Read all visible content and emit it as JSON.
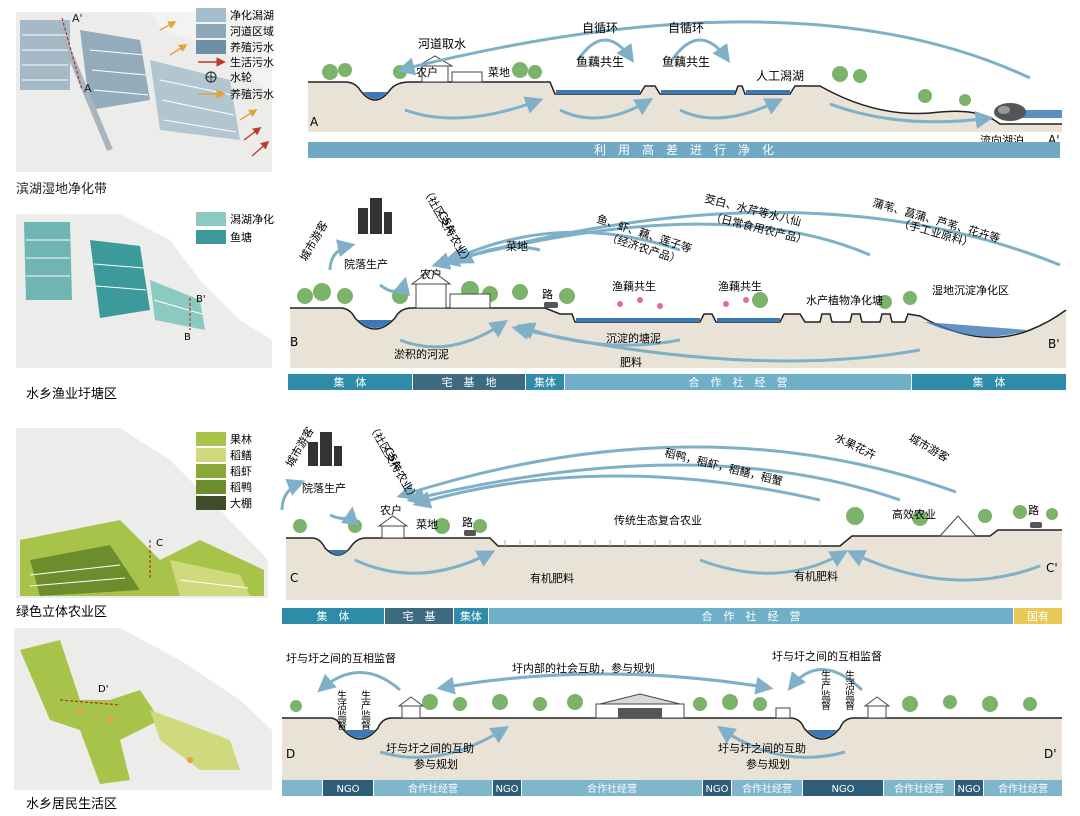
{
  "panels": [
    {
      "map_title": "滨湖湿地净化带",
      "legend": [
        "净化潟湖",
        "河道区域",
        "养殖污水",
        "生活污水",
        "水轮",
        "养殖污水"
      ],
      "start_label": "A",
      "end_label": "A'",
      "section_title": "利　用　高　差　进　行　净　化",
      "labels": {
        "river_intake": "河道取水",
        "farmhouse": "农户",
        "vegetable": "菜地",
        "cycle1": "自循环",
        "cycle2": "自循环",
        "lotus1": "鱼藕共生",
        "lotus2": "鱼藕共生",
        "lagoon": "人工潟湖",
        "to_lake": "流向湖泊"
      }
    },
    {
      "map_title": "水乡渔业圩塘区",
      "legend": [
        "潟湖净化",
        "鱼塘"
      ],
      "start_label": "B",
      "end_label": "B'",
      "zones": [
        "集　体",
        "宅　基　地",
        "集体",
        "合　作　社　经　营",
        "集　体"
      ],
      "labels": {
        "tourist": "城市游客",
        "csa": "（社区支持农业）",
        "csa_short": "CSA",
        "courtyard": "院落生产",
        "farmhouse": "农户",
        "vegetable": "菜地",
        "road": "路",
        "fish_products": "鱼、虾、藕、莲子等",
        "fish_note": "（经济农产品）",
        "veg_products": "茭白、水芹等水八仙",
        "veg_note": "（日常食用农产品）",
        "craft_products": "蒲苇、菖蒲、芦苇、花卉等",
        "craft_note": "（手工业原料）",
        "lotus1": "渔藕共生",
        "lotus2": "渔藕共生",
        "plant_pond": "水产植物净化塘",
        "wetland": "湿地沉淀净化区",
        "silt_river": "淤积的河泥",
        "silt_pond": "沉淀的塘泥",
        "fertilizer": "肥料"
      }
    },
    {
      "map_title": "绿色立体农业区",
      "legend": [
        "果林",
        "稻鳝",
        "稻虾",
        "稻鸭",
        "大棚"
      ],
      "start_label": "C",
      "end_label": "C'",
      "zones": [
        "集　体",
        "宅　基",
        "集体",
        "合　作　社　经　营",
        "国有"
      ],
      "labels": {
        "tourist": "城市游客",
        "csa": "（社区支持农业）",
        "csa_short": "CSA",
        "courtyard": "院落生产",
        "farmhouse": "农户",
        "vegetable": "菜地",
        "road1": "路",
        "road2": "路",
        "rice_products": "稻鸭，稻虾，稻鳝，稻蟹",
        "fruit": "水果花卉",
        "tourist2": "城市游客",
        "traditional": "传统生态复合农业",
        "efficient": "高效农业",
        "organic1": "有机肥料",
        "organic2": "有机肥料"
      }
    },
    {
      "map_title": "水乡居民生活区",
      "start_label": "D",
      "end_label": "D'",
      "zones": [
        "NGO",
        "合作社经营",
        "NGO",
        "合作社经营",
        "NGO",
        "合作社经营",
        "NGO",
        "合作社经营",
        "NGO",
        "合作社经营"
      ],
      "labels": {
        "mutual_left": "圩与圩之间的互相监督",
        "mutual_right": "圩与圩之间的互相监督",
        "social": "圩内部的社会互助，参与规划",
        "life1": "生活监督",
        "prod1": "生产监督",
        "life2": "生活监督",
        "prod2": "生产监督",
        "help_left": "圩与圩之间的互助",
        "plan_left": "参与规划",
        "help_right": "圩与圩之间的互助",
        "plan_right": "参与规划"
      }
    }
  ]
}
